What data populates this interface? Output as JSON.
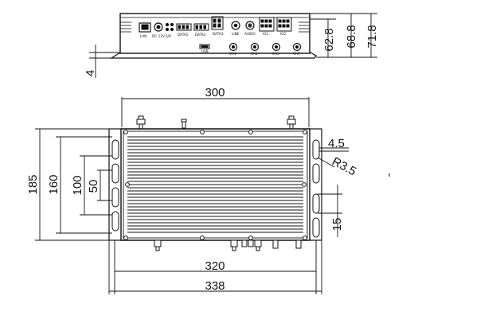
{
  "dimensions": {
    "height_low": "62.8",
    "height_mid": "68.8",
    "height_full": "71.8",
    "foot_thickness": "4",
    "width_300": "300",
    "width_320": "320",
    "width_338": "338",
    "height_185": "185",
    "height_160": "160",
    "height_100": "100",
    "height_50": "50",
    "edge_4_5": "4.5",
    "radius": "R3.5",
    "slot_15": "15"
  },
  "front_panel_labels": {
    "lan": "LAN",
    "dc_power": "DC-12V",
    "sr": "S/R",
    "data1": "DATA1",
    "data2": "DATA2",
    "data3": "DATA3",
    "line": "LINE",
    "audio": "AUDIO",
    "io1": "IO1",
    "io2": "IO2",
    "usb": "USB",
    "ch1": "CH1",
    "ch2": "CH2",
    "ch3": "CH3",
    "ch4": "CH4"
  },
  "colors": {
    "line": "#111111",
    "background": "#ffffff"
  }
}
